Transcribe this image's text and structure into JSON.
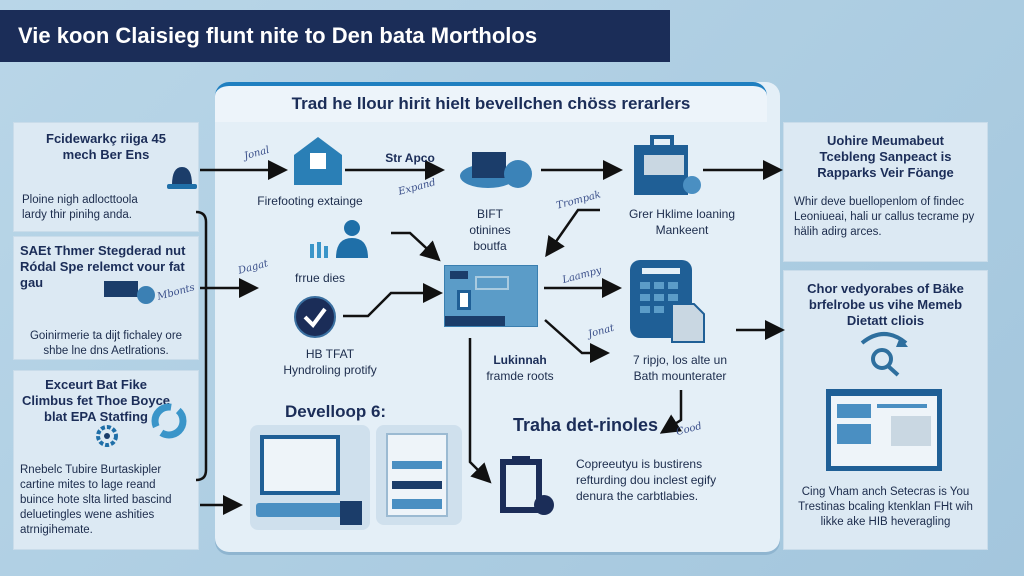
{
  "title": "Vie koon Claisieg flunt nite to Den bata Mortholos",
  "panel_header": "Trad he llour hirit hielt bevellchen chöss rerarlers",
  "left_cards": [
    {
      "heading": "Fcidewarkç riiga 45 mech Ber Ens",
      "body": "Ploine nigh adlocttoola lardy thir pinihg anda."
    },
    {
      "heading": "SAEt Thmer Stegderad nut Ródal Spe relemct vour fat gau",
      "body": "Goinirmerie ta dijt fichaley ore shbe lne dns Aetlrations.",
      "note": "Mbonts"
    },
    {
      "heading": "Exceurt Bat Fike Climbus fet Thoe Boyce blat EPA Statfing",
      "body": "Rnebelc Tubire Burtaskipler cartine mites to lage reand buince hote slta lirted bascind deluetingles wene ashities atrnigihemate."
    }
  ],
  "right_cards": [
    {
      "heading": "Uohire Meumabeut Tcebleng Sanpeact is Rapparks Veir Föange",
      "body": "Whir deve buellopenlom of findec Leoniueai, hali ur callus tecrame py hälih adirg arces."
    },
    {
      "heading": "Chor vedyorabes of Bäke brfelrobe us vihe Memeb Dietatt cliois",
      "body": "Cing Vham anch Setecras is You Trestinas bcaling ktenklan FHt wih likke ake HIB heveragling"
    }
  ],
  "nodes": {
    "firefooting": "Firefooting extainge",
    "str_apco": "Str Apco",
    "bift": [
      "BIFT",
      "otinines",
      "boutfa"
    ],
    "grer": [
      "Grer Hklime loaning",
      "Mankeent"
    ],
    "frrue": "frrue dies",
    "hbtfat": [
      "HB TFAT",
      "Hyndroling protify"
    ],
    "lukinnah": [
      "Lukinnah",
      "framde roots"
    ],
    "ripjo": [
      "7 ripjo, los alte un",
      "Bath mounterater"
    ],
    "develloop": "Develloop 6:",
    "traha": "Traha det-rinoles",
    "traha_body": [
      "Copreeutyu is bustirens",
      "refturding dou inclest egify",
      "denura the carbtlabies."
    ]
  },
  "handwritten": [
    "Jonal",
    "Expand",
    "Trompak",
    "Dagat",
    "Laampy",
    "Jonat",
    "Cood"
  ],
  "colors": {
    "navy": "#1b2d58",
    "accent": "#1f7fc0",
    "icon": "#2e6f9e"
  }
}
